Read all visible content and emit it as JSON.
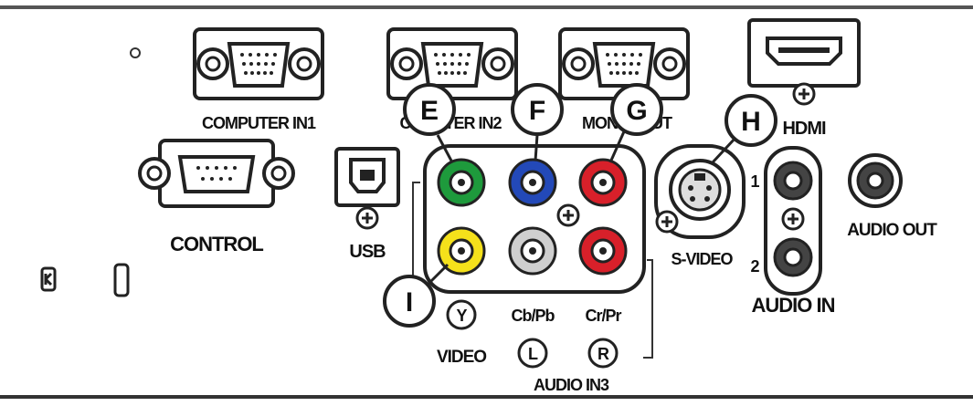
{
  "labels": {
    "computer_in1": "COMPUTER IN1",
    "computer_in2": "CO      TER IN2",
    "monitor_out": "MONI     OUT",
    "hdmi": "HDMI",
    "control": "CONTROL",
    "usb": "USB",
    "s_video": "S-VIDEO",
    "s_video_num1": "1",
    "s_video_num2": "2",
    "audio_in": "AUDIO IN",
    "audio_out": "AUDIO OUT",
    "audio_in3": "AUDIO IN3",
    "video": "VIDEO",
    "y": "Y",
    "cb_pb": "Cb/Pb",
    "cr_pr": "Cr/Pr",
    "l": "L",
    "r": "R"
  },
  "callouts": {
    "e": "E",
    "f": "F",
    "g": "G",
    "h": "H",
    "i": "I"
  },
  "colors": {
    "green_jack": "#1e9a3c",
    "blue_jack": "#2349b8",
    "red_jack": "#d8202a",
    "yellow_jack": "#f5e11b",
    "white_jack": "#cfcfcf",
    "outline": "#222222",
    "panel_line": "#555555"
  }
}
